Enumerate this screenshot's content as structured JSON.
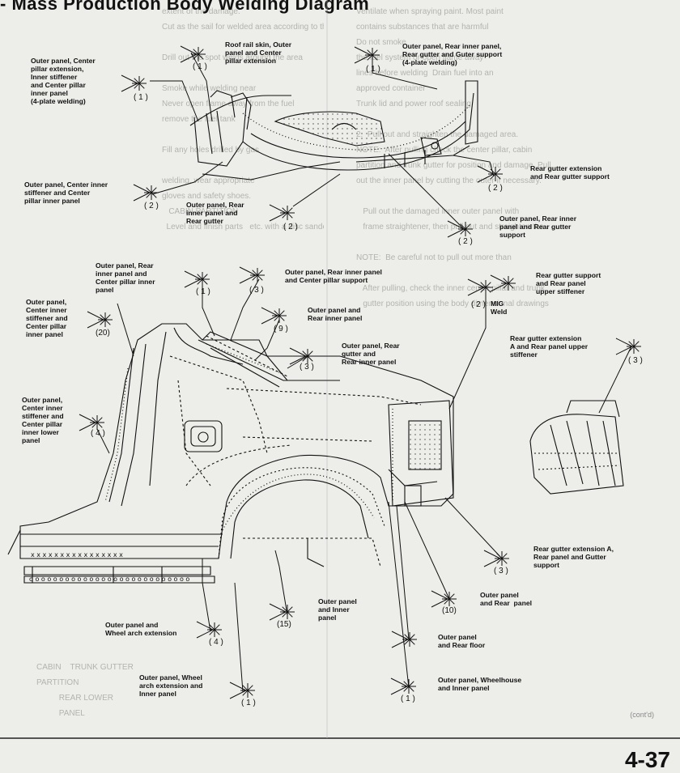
{
  "page": {
    "title": "- Mass Production Body Welding Diagram",
    "page_number": "4-37",
    "continued": "(cont'd)"
  },
  "diagram_labels": [
    {
      "id": "roof-rail",
      "text": "Roof rail skin, Outer\npanel and Center\npillar extension",
      "qty": "( 1 )"
    },
    {
      "id": "outer-center-ext",
      "text": "Outer panel, Center\npillar extension,\nInner stiffener\nand Center pillar\ninner panel\n(4-plate welding)",
      "qty": "( 1 )"
    },
    {
      "id": "outer-rear-inner-gutter",
      "text": "Outer panel, Rear inner panel,\nRear gutter and Guter support\n(4-plate welding)",
      "qty": "( 1 )"
    },
    {
      "id": "rear-gutter-ext-support",
      "text": "Rear gutter extension\nand Rear gutter support",
      "qty": "( 2 )"
    },
    {
      "id": "outer-center-inner-stiff",
      "text": "Outer panel, Center inner\nstiffener and Center\npillar inner panel",
      "qty": "( 2 )"
    },
    {
      "id": "outer-rear-inner-gutter-2",
      "text": "Outer panel, Rear\ninner panel and\nRear gutter",
      "qty": "( 2 )"
    },
    {
      "id": "outer-rear-inner-gutter-support",
      "text": "Outer panel, Rear inner\npanel and Rear gutter\nsupport",
      "qty": "( 2 )"
    },
    {
      "id": "outer-rear-inner-center-pillar",
      "text": "Outer panel, Rear\ninner panel and\nCenter pillar inner\npanel",
      "qty": "( 1 )"
    },
    {
      "id": "outer-rear-inner-center-support",
      "text": "Outer panel, Rear inner panel\nand Center pillar support",
      "qty": "( 3 )"
    },
    {
      "id": "outer-center-inner-stiff-pillar",
      "text": "Outer panel,\nCenter inner\nstiffener and\nCenter pillar\ninner panel",
      "qty": "(20)"
    },
    {
      "id": "outer-rear-inner",
      "text": "Outer panel and\nRear inner panel",
      "qty": "( 9 )"
    },
    {
      "id": "rear-gutter-support-upper",
      "text": "Rear gutter support\nand Rear panel\nupper stiffener",
      "qty": ""
    },
    {
      "id": "mig-weld",
      "text": "MIG\nWeld",
      "qty": "( 2 )"
    },
    {
      "id": "outer-rear-gutter-inner",
      "text": "Outer panel, Rear\ngutter and\nRear inner panel",
      "qty": "( 3 )"
    },
    {
      "id": "rear-gutter-ext-a-upper",
      "text": "Rear gutter extension\nA and Rear panel upper\nstiffener",
      "qty": "( 3 )"
    },
    {
      "id": "outer-center-inner-lower",
      "text": "Outer panel,\nCenter inner\nstiffener and\nCenter pillar\ninner lower\npanel",
      "qty": "( 4 )"
    },
    {
      "id": "rear-gutter-ext-a-rear-gutter-support",
      "text": "Rear gutter extension A,\nRear panel and Gutter\nsupport",
      "qty": "( 3 )"
    },
    {
      "id": "outer-wheel-arch-ext",
      "text": "Outer panel and\nWheel arch extension",
      "qty": "( 4 )"
    },
    {
      "id": "outer-inner",
      "text": "Outer panel\nand Inner\npanel",
      "qty": "(15)"
    },
    {
      "id": "outer-rear-panel",
      "text": "Outer panel\nand Rear  panel",
      "qty": "(10)"
    },
    {
      "id": "outer-rear-floor",
      "text": "Outer panel\nand Rear floor",
      "qty": ""
    },
    {
      "id": "outer-wheel-arch-inner",
      "text": "Outer panel, Wheel\narch extension and\nInner panel",
      "qty": "( 1 )"
    },
    {
      "id": "outer-wheelhouse-inner",
      "text": "Outer panel, Wheelhouse\nand Inner panel",
      "qty": "( 1 )"
    }
  ],
  "ghost_text": {
    "left": "extent of the damage.\nCut as the sail for welded area according to the\n\nDrill out the spot welds around the area\n\nSmoke while welding near\nNever open flame away from the fuel\nremove the fuel tank\n\nFill any holes drilled by gas\n\nwelding, wear appropriate\ngloves and safety shoes.\n   CABIN PARTITION\n  Level and finish parts   etc. with a disc sander.",
    "right": "Ventilate when spraying paint. Most paint\ncontains substances that are harmful\nDo not smoke\nthe fuel system or open flame away\nlines before welding  Drain fuel into an\napproved container\nTrunk lid and power roof sealing\n\n2.  Pull out and straighten the damaged area.\nNOTE:  After pulling check the center pillar, cabin\npartition and trunk gutter for position and damage. Pull\nout the inner panel by cutting the outer if necessary.\n\n   Pull out the damaged inner outer panel with\n   frame straightener, then pull out and straighten the\n\nNOTE:  Be careful not to pull out more than\n\n   After pulling, check the inner center pillar and trunk\n   gutter position using the body dimensional drawings",
    "bottom_left": "CABIN    TRUNK GUTTER\nPARTITION\n          REAR LOWER\n          PANEL"
  }
}
